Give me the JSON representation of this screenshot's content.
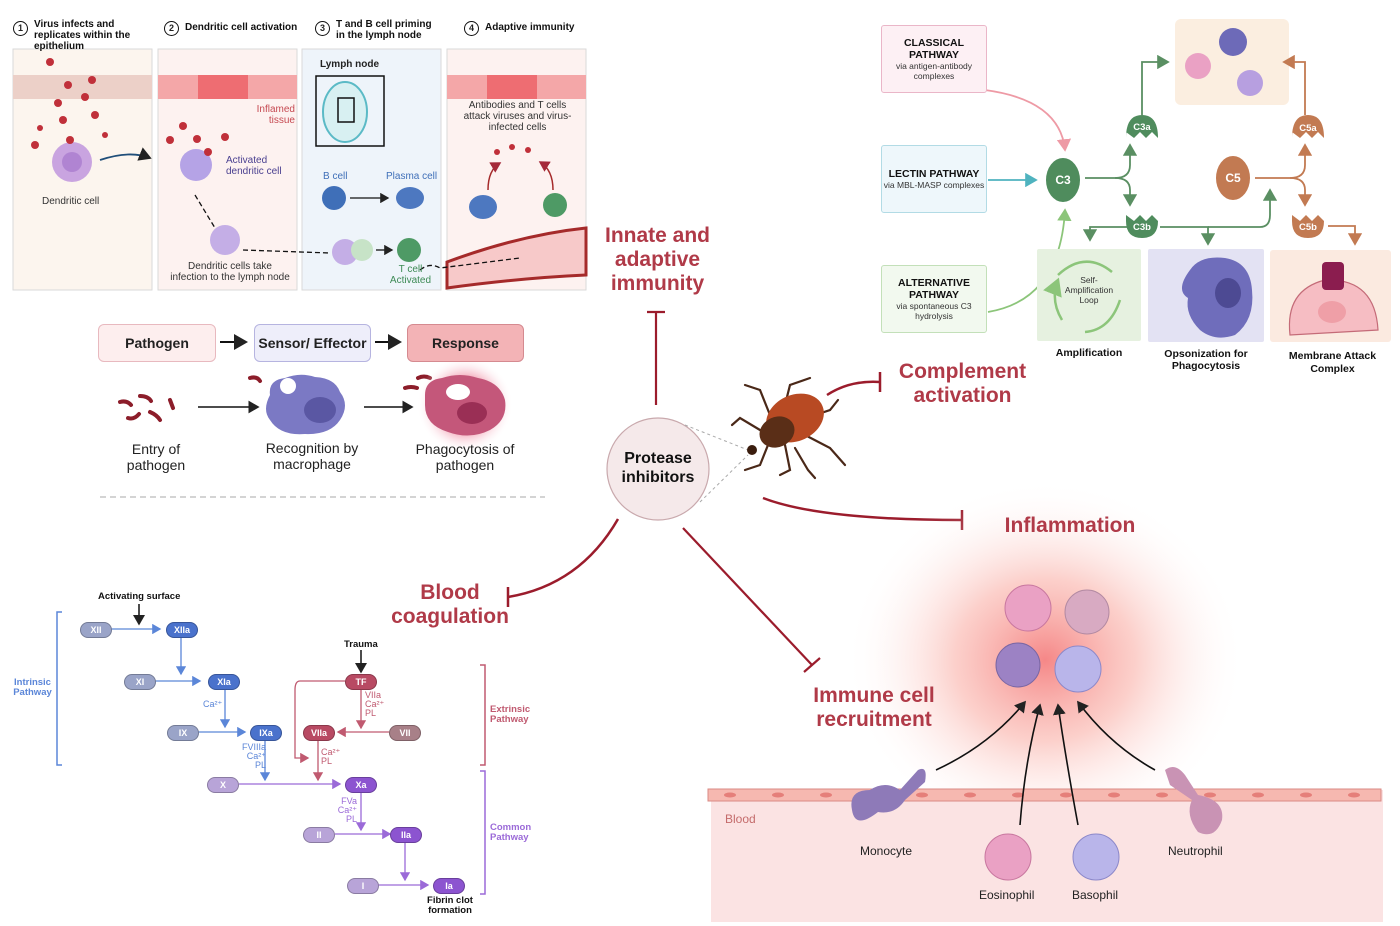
{
  "colors": {
    "inhibition_red": "#9b1c2c",
    "label_red": "#b03a48",
    "intrinsic_blue": "#5b86d8",
    "extrinsic_red": "#c05a70",
    "common_purple": "#9b6ad8",
    "complement_green": "#5a8f62",
    "complement_orange": "#c27a52"
  },
  "center": {
    "title": "Protease inhibitors"
  },
  "effect_labels": {
    "innate_adaptive": "Innate and adaptive immunity",
    "complement": "Complement activation",
    "inflammation": "Inflammation",
    "recruitment": "Immune cell recruitment",
    "coagulation": "Blood coagulation"
  },
  "immunity_panel": {
    "steps": [
      {
        "num": "1",
        "label": "Virus infects and replicates within the epithelium"
      },
      {
        "num": "2",
        "label": "Dendritic cell activation"
      },
      {
        "num": "3",
        "label": "T and B cell priming in the lymph node"
      },
      {
        "num": "4",
        "label": "Adaptive immunity"
      }
    ],
    "labels": {
      "dendritic_cell": "Dendritic cell",
      "inflamed_tissue": "Inflamed tissue",
      "activated_dc": "Activated dendritic cell",
      "dc_take": "Dendritic cells take infection to the lymph node",
      "lymph_node": "Lymph node",
      "b_cell": "B cell",
      "plasma_cell": "Plasma cell",
      "t_cell": "T cell Activated",
      "antibodies": "Antibodies and T cells attack viruses and virus-infected cells"
    }
  },
  "innate_flow": {
    "boxes": [
      "Pathogen",
      "Sensor/ Effector",
      "Response"
    ],
    "captions": [
      "Entry of pathogen",
      "Recognition by macrophage",
      "Phagocytosis of pathogen"
    ]
  },
  "coagulation": {
    "activating_surface": "Activating surface",
    "trauma": "Trauma",
    "intrinsic": "Intrinsic Pathway",
    "extrinsic": "Extrinsic Pathway",
    "common": "Common Pathway",
    "factors": {
      "XII": "XII",
      "XIIa": "XIIa",
      "XI": "XI",
      "XIa": "XIa",
      "IX": "IX",
      "IXa": "IXa",
      "TF": "TF",
      "VIIa": "VIIa",
      "VII": "VII",
      "X": "X",
      "Xa": "Xa",
      "II": "II",
      "IIa": "IIa",
      "I": "I",
      "Ia": "Ia"
    },
    "cofactors": {
      "ca1": "Ca²⁺",
      "fviii": "FVIIIa Ca²⁺ PL",
      "viia_tf": "VIIa Ca²⁺ PL",
      "ca_pl": "Ca²⁺ PL",
      "fva": "FVa Ca²⁺ PL"
    },
    "fibrin": "Fibrin clot formation"
  },
  "complement": {
    "pathways": [
      {
        "title": "CLASSICAL PATHWAY",
        "sub": "via antigen-antibody complexes"
      },
      {
        "title": "LECTIN PATHWAY",
        "sub": "via MBL-MASP complexes"
      },
      {
        "title": "ALTERNATIVE PATHWAY",
        "sub": "via spontaneous C3 hydrolysis"
      }
    ],
    "nodes": {
      "c3": "C3",
      "c3a": "C3a",
      "c3b": "C3b",
      "c5": "C5",
      "c5a": "C5a",
      "c5b": "C5b"
    },
    "loop": "Self-Amplification Loop",
    "outcomes": [
      "Amplification",
      "Opsonization for Phagocytosis",
      "Membrane Attack Complex"
    ]
  },
  "recruitment": {
    "blood": "Blood",
    "cells": [
      "Monocyte",
      "Eosinophil",
      "Basophil",
      "Neutrophil"
    ]
  }
}
